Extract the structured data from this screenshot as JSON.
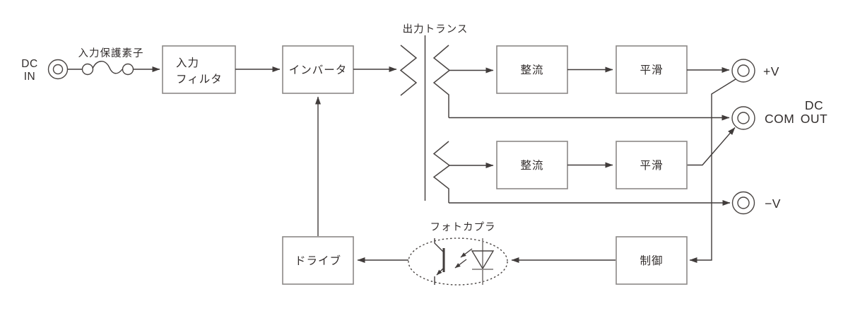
{
  "diagram_type": "dc-dc-converter-block-diagram",
  "colors": {
    "background": "#ffffff",
    "line": "#413c3b",
    "box_border": "#8c8887",
    "text": "#322d2c"
  },
  "input": {
    "terminal_label_line1": "DC",
    "terminal_label_line2": "IN",
    "protection_label": "入力保護素子"
  },
  "blocks": {
    "input_filter": {
      "line1": "入力",
      "line2": "フィルタ"
    },
    "inverter": {
      "label": "インバータ"
    },
    "rectifier_top": {
      "label": "整流"
    },
    "smoothing_top": {
      "label": "平滑"
    },
    "rectifier_bottom": {
      "label": "整流"
    },
    "smoothing_bottom": {
      "label": "平滑"
    },
    "drive": {
      "label": "ドライブ"
    },
    "control": {
      "label": "制御"
    }
  },
  "transformer": {
    "label": "出力トランス"
  },
  "photocoupler": {
    "label": "フォトカプラ"
  },
  "output": {
    "plus_v": "+V",
    "com": "COM",
    "minus_v": "−V",
    "dc_out_line1": "DC",
    "dc_out_line2": "OUT"
  }
}
